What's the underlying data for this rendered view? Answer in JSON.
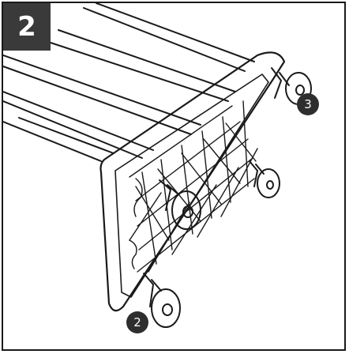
{
  "step": {
    "number": "2"
  },
  "callouts": [
    {
      "label": "3"
    },
    {
      "label": "2"
    }
  ],
  "colors": {
    "badge_bg": "#3a3a3a",
    "badge_text": "#ffffff",
    "callout_bg": "#2e2e2e",
    "callout_text": "#ffffff",
    "line": "#1a1a1a"
  }
}
